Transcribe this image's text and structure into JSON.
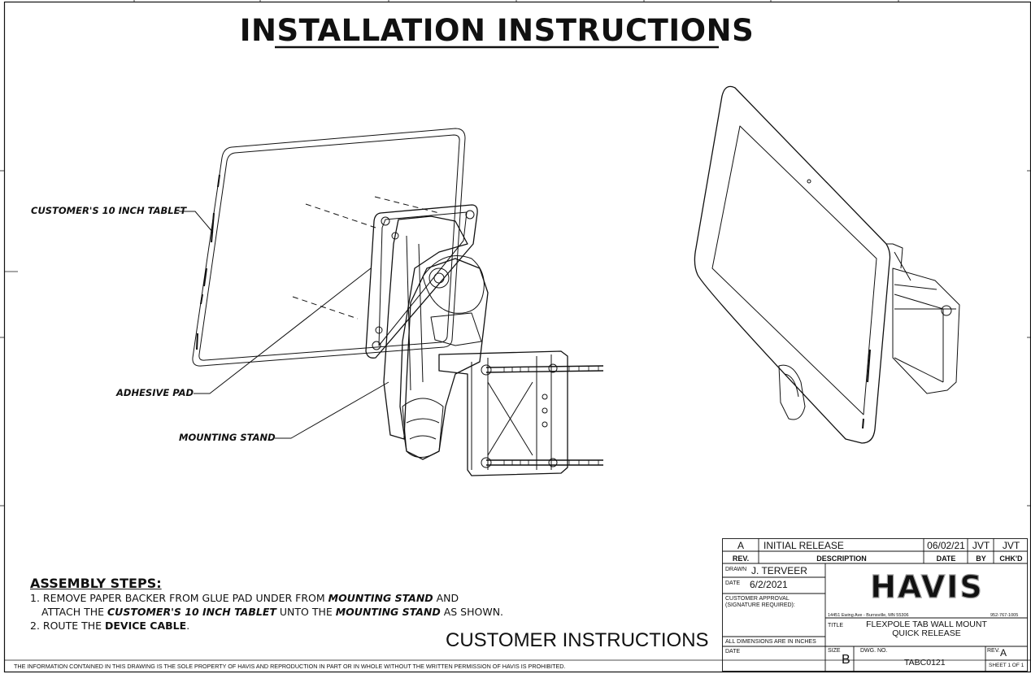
{
  "header": {
    "title": "INSTALLATION INSTRUCTIONS"
  },
  "callouts": {
    "tablet": "CUSTOMER'S 10 INCH TABLET",
    "pad": "ADHESIVE PAD",
    "stand": "MOUNTING STAND"
  },
  "assembly": {
    "heading": "ASSEMBLY STEPS:",
    "step1": {
      "p1": "1. REMOVE PAPER BACKER FROM GLUE PAD UNDER FROM ",
      "b1": "MOUNTING STAND",
      "p2": " AND",
      "p3": "ATTACH THE ",
      "b2": "CUSTOMER'S 10 INCH TABLET",
      "p4": " UNTO THE ",
      "b3": "MOUNTING STAND",
      "p5": " AS SHOWN."
    },
    "step2": {
      "p1": "2. ROUTE THE ",
      "b1": "DEVICE CABLE",
      "p2": "."
    }
  },
  "footer": {
    "big_label": "CUSTOMER INSTRUCTIONS",
    "notice": "THE INFORMATION CONTAINED IN THIS DRAWING IS THE SOLE PROPERTY OF HAVIS AND REPRODUCTION IN PART OR IN WHOLE WITHOUT THE WRITTEN PERMISSION OF HAVIS IS PROHIBITED."
  },
  "revision": {
    "rev": "A",
    "description": "INITIAL RELEASE",
    "date": "06/02/21",
    "by": "JVT",
    "chkd": "JVT",
    "headers": {
      "rev": "REV.",
      "description": "DESCRIPTION",
      "date": "DATE",
      "by": "BY",
      "chkd": "CHK'D"
    }
  },
  "title_block": {
    "drawn_label": "DRAWN",
    "drawn_value": "J. TERVEER",
    "date_label": "DATE",
    "date_value": "6/2/2021",
    "approval_line1": "CUSTOMER APPROVAL",
    "approval_line2": "(SIGNATURE REQUIRED):",
    "dims_note": "ALL DIMENSIONS ARE IN INCHES",
    "date2_label": "DATE",
    "company_logo": "HAVIS",
    "address": "14451 Ewing Ave - Burnsville, MN 55306",
    "phone": "952-767-1005",
    "title_label": "TITLE",
    "title_line1": "FLEXPOLE TAB WALL MOUNT",
    "title_line2": "QUICK RELEASE",
    "size_label": "SIZE",
    "size_value": "B",
    "dwg_label": "DWG. NO.",
    "dwg_value": "TABC0121",
    "rev_label": "REV.",
    "rev_value": "A",
    "sheet": "SHEET 1 OF 1"
  }
}
